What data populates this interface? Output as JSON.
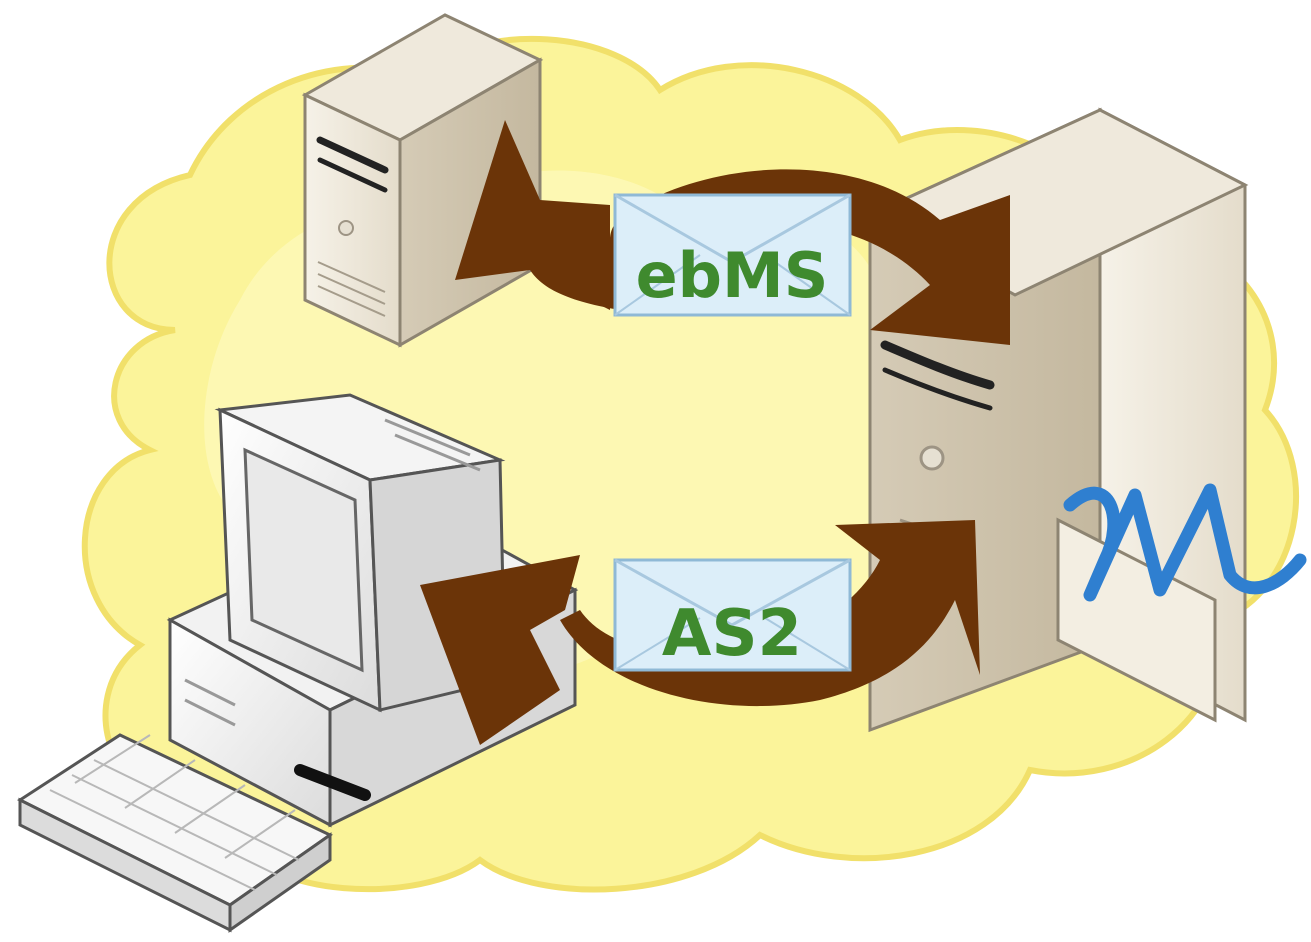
{
  "diagram": {
    "messages": [
      {
        "id": "ebms",
        "label": "ebMS"
      },
      {
        "id": "as2",
        "label": "AS2"
      }
    ],
    "colors": {
      "cloud": "#fbf49a",
      "cloud_edge": "#f4e36a",
      "arrow": "#6b3408",
      "envelope": "#dceef9",
      "envelope_edge": "#8fb9d6",
      "label": "#3f8a2e",
      "logo": "#2f7fd0",
      "server_face": "#f1ece0",
      "server_side": "#d9d0bd"
    },
    "icons": [
      "cloud-icon",
      "server-icon",
      "tower-server-icon",
      "desktop-computer-icon",
      "keyboard-icon",
      "envelope-icon",
      "curved-arrow-icon",
      "logo-mark"
    ]
  }
}
